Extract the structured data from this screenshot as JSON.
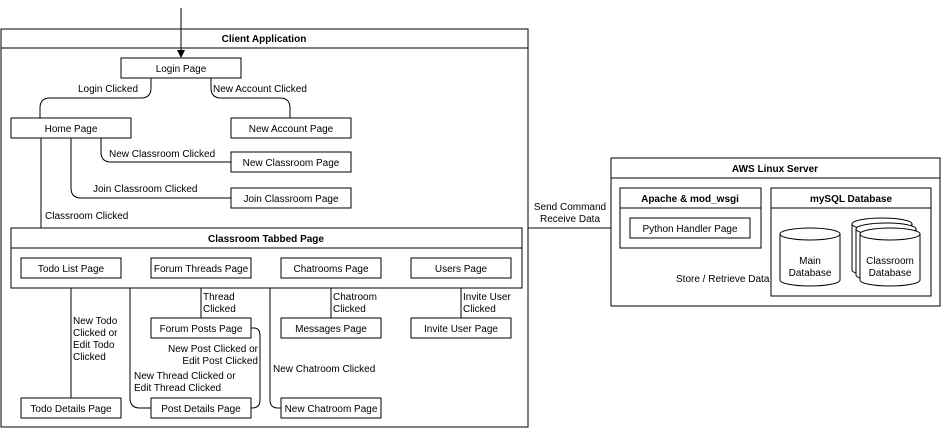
{
  "client": {
    "title": "Client Application",
    "pages": {
      "login": "Login Page",
      "home": "Home Page",
      "new_account": "New Account Page",
      "new_classroom": "New Classroom Page",
      "join_classroom": "Join Classroom Page",
      "classroom_tabbed": "Classroom Tabbed Page",
      "todo_list": "Todo List Page",
      "forum_threads": "Forum Threads Page",
      "chatrooms": "Chatrooms Page",
      "users": "Users Page",
      "forum_posts": "Forum Posts Page",
      "messages": "Messages Page",
      "invite_user": "Invite User Page",
      "todo_details": "Todo Details Page",
      "post_details": "Post Details Page",
      "new_chatroom": "New Chatroom Page"
    },
    "edges": {
      "login_clicked": "Login Clicked",
      "new_account_clicked": "New Account Clicked",
      "new_classroom_clicked": "New Classroom Clicked",
      "join_classroom_clicked": "Join Classroom Clicked",
      "classroom_clicked": "Classroom Clicked",
      "thread_clicked": [
        "Thread",
        "Clicked"
      ],
      "chatroom_clicked": [
        "Chatroom",
        "Clicked"
      ],
      "invite_user_clicked": [
        "Invite User",
        "Clicked"
      ],
      "new_todo": [
        "New Todo",
        "Clicked or",
        "Edit Todo",
        "Clicked"
      ],
      "new_post": [
        "New Post Clicked or",
        "Edit Post Clicked"
      ],
      "new_thread": [
        "New Thread Clicked or",
        "Edit Thread Clicked"
      ],
      "new_chatroom_clicked": "New Chatroom Clicked"
    }
  },
  "link": [
    "Send Command",
    "Receive Data"
  ],
  "server": {
    "title": "AWS Linux Server",
    "apache": "Apache & mod_wsgi",
    "python_handler": "Python Handler Page",
    "mysql": "mySQL Database",
    "main_db": [
      "Main",
      "Database"
    ],
    "classroom_db": [
      "Classroom",
      "Database"
    ],
    "store_retrieve": "Store / Retrieve Data"
  }
}
